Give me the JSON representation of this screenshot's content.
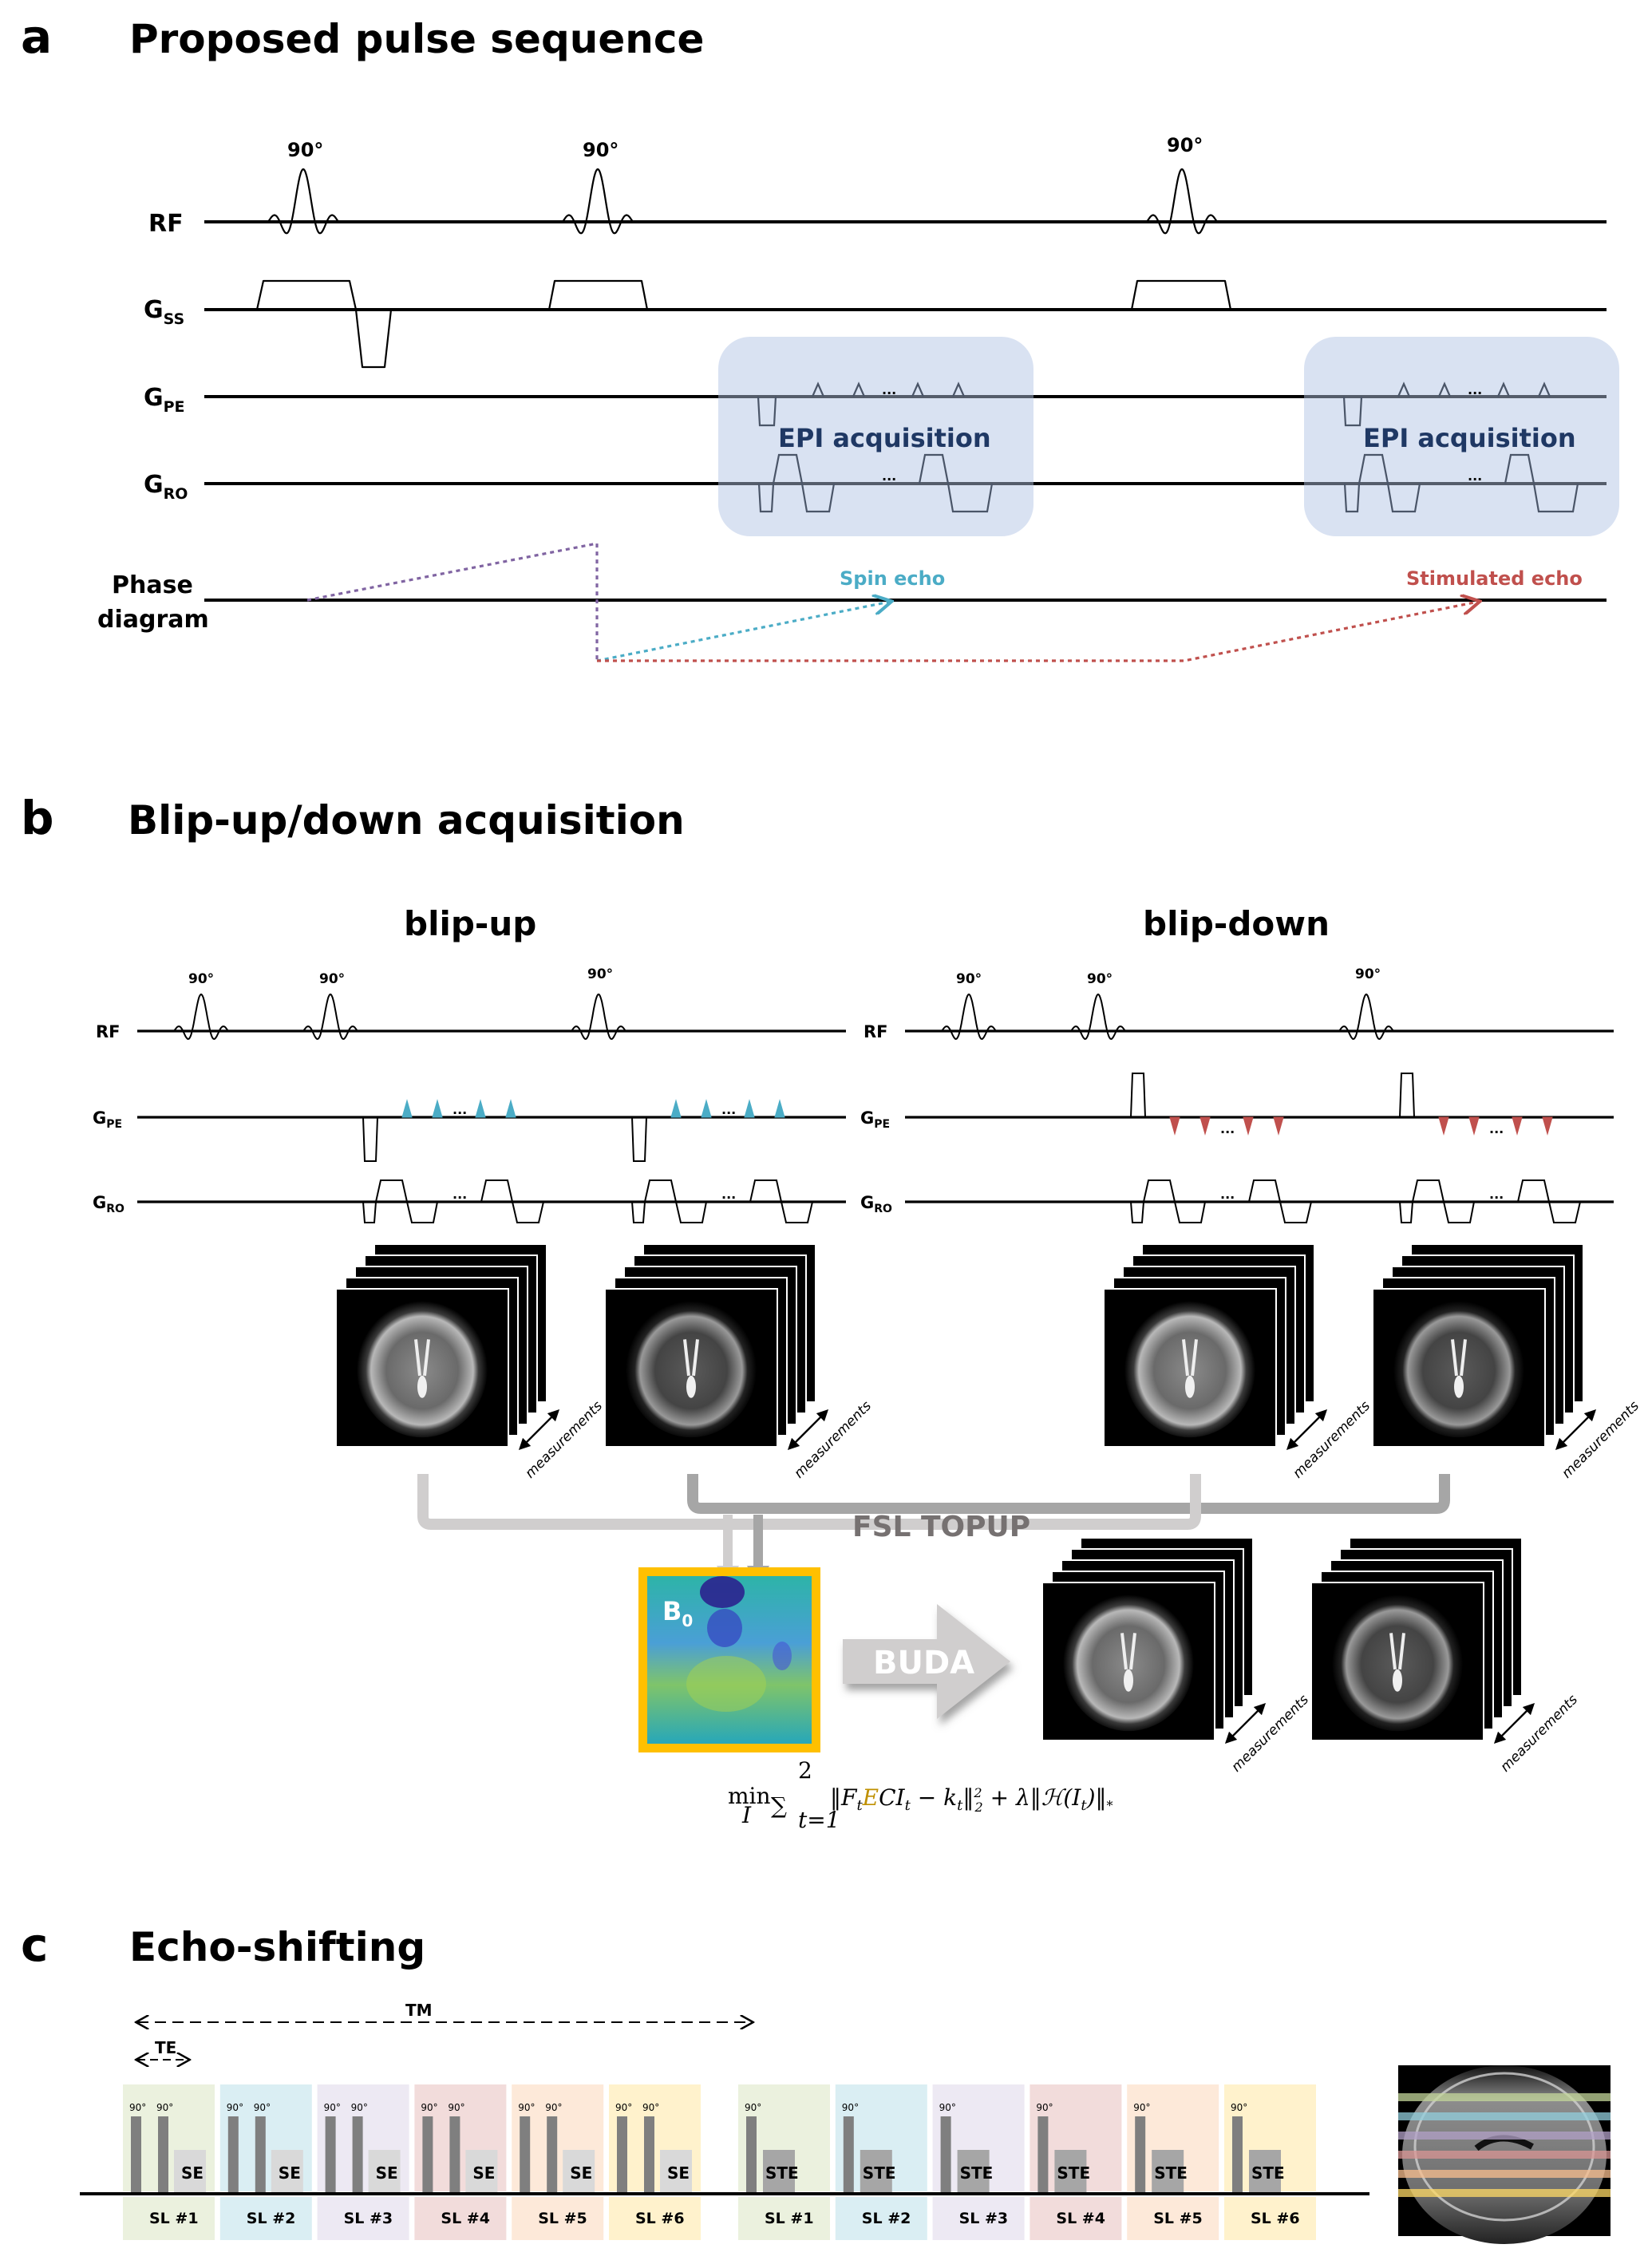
{
  "panel_a": {
    "letter": "a",
    "title": "Proposed pulse sequence",
    "rows": {
      "rf": "RF",
      "gss_main": "G",
      "gss_sub": "SS",
      "gpe_main": "G",
      "gpe_sub": "PE",
      "gro_main": "G",
      "gro_sub": "RO",
      "phase_line1": "Phase",
      "phase_line2": "diagram"
    },
    "flip_angles": [
      "90°",
      "90°",
      "90°"
    ],
    "epi_boxes": [
      "EPI acquisition",
      "EPI acquisition"
    ],
    "ellipsis": "...",
    "echoes": [
      {
        "label": "Spin echo",
        "color": "#4bacc6"
      },
      {
        "label": "Stimulated echo",
        "color": "#c0504d"
      }
    ],
    "phase_prep_color": "#8064a2",
    "epi_box_color": "#d9e2f2",
    "epi_text_color": "#1f3864"
  },
  "panel_b": {
    "letter": "b",
    "title": "Blip-up/down acquisition",
    "blip_up": {
      "title": "blip-up",
      "rows": {
        "rf": "RF",
        "gpe_main": "G",
        "gpe_sub": "PE",
        "gro_main": "G",
        "gro_sub": "RO"
      },
      "flip_angles": [
        "90°",
        "90°",
        "90°"
      ],
      "blip_color": "#4bacc6",
      "blip_direction": "up"
    },
    "blip_down": {
      "title": "blip-down",
      "rows": {
        "rf": "RF",
        "gpe_main": "G",
        "gpe_sub": "PE",
        "gro_main": "G",
        "gro_sub": "RO"
      },
      "flip_angles": [
        "90°",
        "90°",
        "90°"
      ],
      "blip_color": "#c0504d",
      "blip_direction": "down"
    },
    "ellipsis": "...",
    "measurements_label": "measurements",
    "topup_label": "FSL TOPUP",
    "b0_label_main": "B",
    "b0_label_sub": "0",
    "b0_frame_color": "#ffc000",
    "buda_label": "BUDA",
    "formula": {
      "min": "min",
      "min_sub": "I",
      "sum_upper": "2",
      "sum_lower": "t=1",
      "term_pre": "‖F",
      "term_t1": "t",
      "term_E": "E",
      "term_mid": "CI",
      "term_t2": "t",
      "term_minus": " − k",
      "term_t3": "t",
      "term_norm": "‖",
      "norm_sub": "2",
      "norm_sup": "2",
      "term_plus": " + λ‖ℋ(I",
      "term_t4": "t",
      "term_end": ")‖",
      "star": "*",
      "E_color": "#bf9000"
    }
  },
  "panel_c": {
    "letter": "c",
    "title": "Echo-shifting",
    "tm_label": "TM",
    "te_label": "TE",
    "flip_small": "90°",
    "slices_se": [
      {
        "label": "SL #1",
        "echo": "SE",
        "color": "#ebf1de"
      },
      {
        "label": "SL #2",
        "echo": "SE",
        "color": "#daeef3"
      },
      {
        "label": "SL #3",
        "echo": "SE",
        "color": "#ede9f3"
      },
      {
        "label": "SL #4",
        "echo": "SE",
        "color": "#f2dcdb"
      },
      {
        "label": "SL #5",
        "echo": "SE",
        "color": "#fde9d9"
      },
      {
        "label": "SL #6",
        "echo": "SE",
        "color": "#fff2cc"
      }
    ],
    "slices_ste": [
      {
        "label": "SL #1",
        "echo": "STE",
        "color": "#ebf1de"
      },
      {
        "label": "SL #2",
        "echo": "STE",
        "color": "#daeef3"
      },
      {
        "label": "SL #3",
        "echo": "STE",
        "color": "#ede9f3"
      },
      {
        "label": "SL #4",
        "echo": "STE",
        "color": "#f2dcdb"
      },
      {
        "label": "SL #5",
        "echo": "STE",
        "color": "#fde9d9"
      },
      {
        "label": "SL #6",
        "echo": "STE",
        "color": "#fff2cc"
      }
    ],
    "slice_band_colors": [
      "#c4d79b",
      "#92cddc",
      "#b1a0c7",
      "#da9694",
      "#fabf8f",
      "#ffd966"
    ]
  }
}
